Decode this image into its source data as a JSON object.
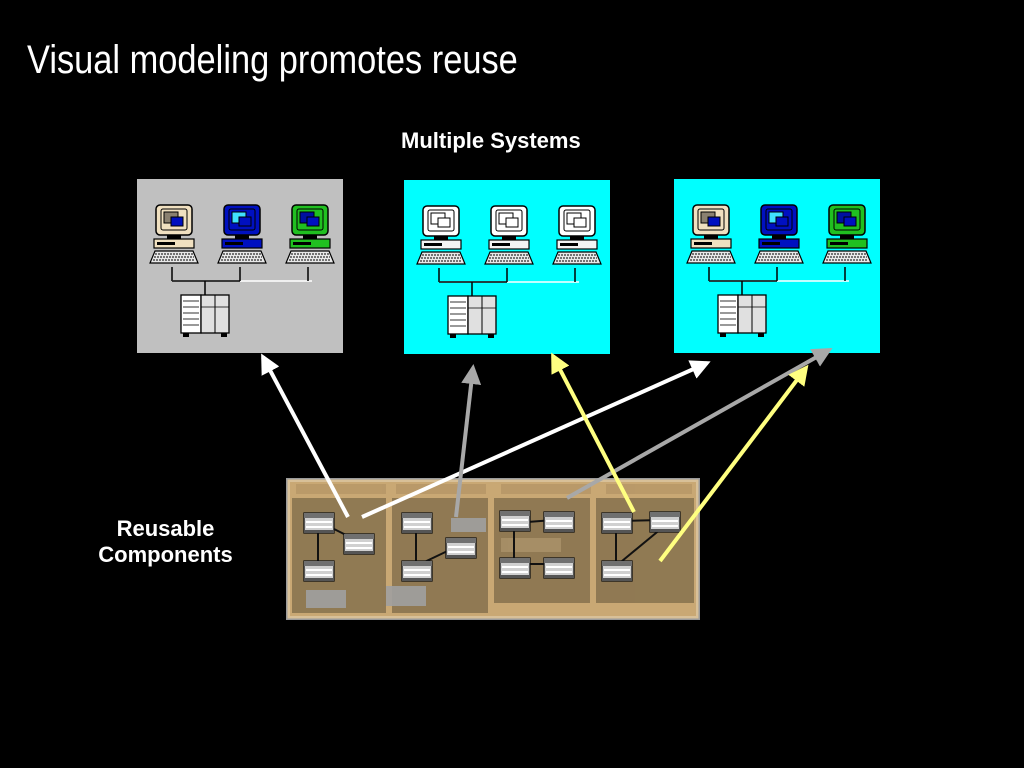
{
  "slide": {
    "title": "Visual modeling promotes reuse",
    "subtitle": "Multiple Systems",
    "reusable_line1": "Reusable",
    "reusable_line2": "Components"
  },
  "colors": {
    "background": "#000000",
    "panel_gray": "#c0c0c0",
    "panel_cyan": "#00ffff",
    "arrow_white": "#ffffff",
    "arrow_gray": "#a8a8a8",
    "arrow_yellow": "#ffff80",
    "component_bg": "#c8a878"
  },
  "systems": [
    {
      "name": "system-1",
      "screens": [
        "#f0e0c0",
        "#0010c0",
        "#20c020"
      ]
    },
    {
      "name": "system-2",
      "screens": [
        "#ffffff",
        "#ffffff",
        "#ffffff"
      ]
    },
    {
      "name": "system-3",
      "screens": [
        "#f0e0c0",
        "#0010c0",
        "#20c020"
      ]
    }
  ]
}
